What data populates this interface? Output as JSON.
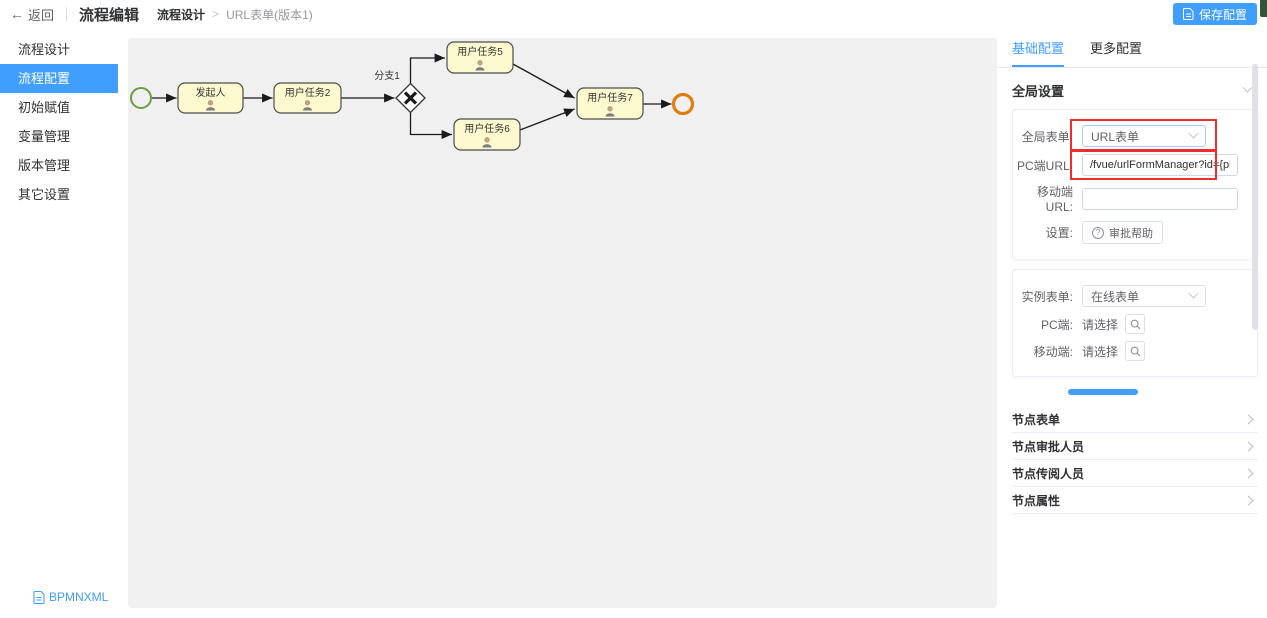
{
  "topbar": {
    "back_label": "返回",
    "title": "流程编辑",
    "breadcrumb": {
      "section": "流程设计",
      "separator": ">",
      "current": "URL表单(版本1)"
    },
    "save_button": "保存配置"
  },
  "sidebar": {
    "items": [
      {
        "label": "流程设计"
      },
      {
        "label": "流程配置"
      },
      {
        "label": "初始赋值"
      },
      {
        "label": "变量管理"
      },
      {
        "label": "版本管理"
      },
      {
        "label": "其它设置"
      }
    ],
    "bottom_link": "BPMNXML"
  },
  "canvas": {
    "nodes": {
      "task1": {
        "label": "发起人"
      },
      "task2": {
        "label": "用户任务2"
      },
      "gateway": {
        "label": "分支1"
      },
      "task5": {
        "label": "用户任务5"
      },
      "task6": {
        "label": "用户任务6"
      },
      "task7": {
        "label": "用户任务7"
      }
    },
    "colors": {
      "task_fill": "#fcf9cf",
      "start_stroke": "#689e43",
      "end_stroke": "#e07c12",
      "edge": "#1a1a1a"
    }
  },
  "panel": {
    "tabs": [
      {
        "label": "基础配置"
      },
      {
        "label": "更多配置"
      }
    ],
    "global_section_title": "全局设置",
    "global": {
      "form_label": "全局表单:",
      "form_value": "URL表单",
      "pc_url_label": "PC端URL:",
      "pc_url_value": "/fvue/urlFormManager?id={pk}",
      "mobile_url_label": "移动端URL:",
      "settings_label": "设置:",
      "help_button": "审批帮助"
    },
    "instance": {
      "form_label": "实例表单:",
      "form_value": "在线表单",
      "pc_label": "PC端:",
      "pc_placeholder": "请选择",
      "mobile_label": "移动端:",
      "mobile_placeholder": "请选择"
    },
    "sections": [
      {
        "label": "节点表单"
      },
      {
        "label": "节点审批人员"
      },
      {
        "label": "节点传阅人员"
      },
      {
        "label": "节点属性"
      }
    ],
    "colors": {
      "accent": "#409eff",
      "annotation": "#f02d2d"
    }
  }
}
